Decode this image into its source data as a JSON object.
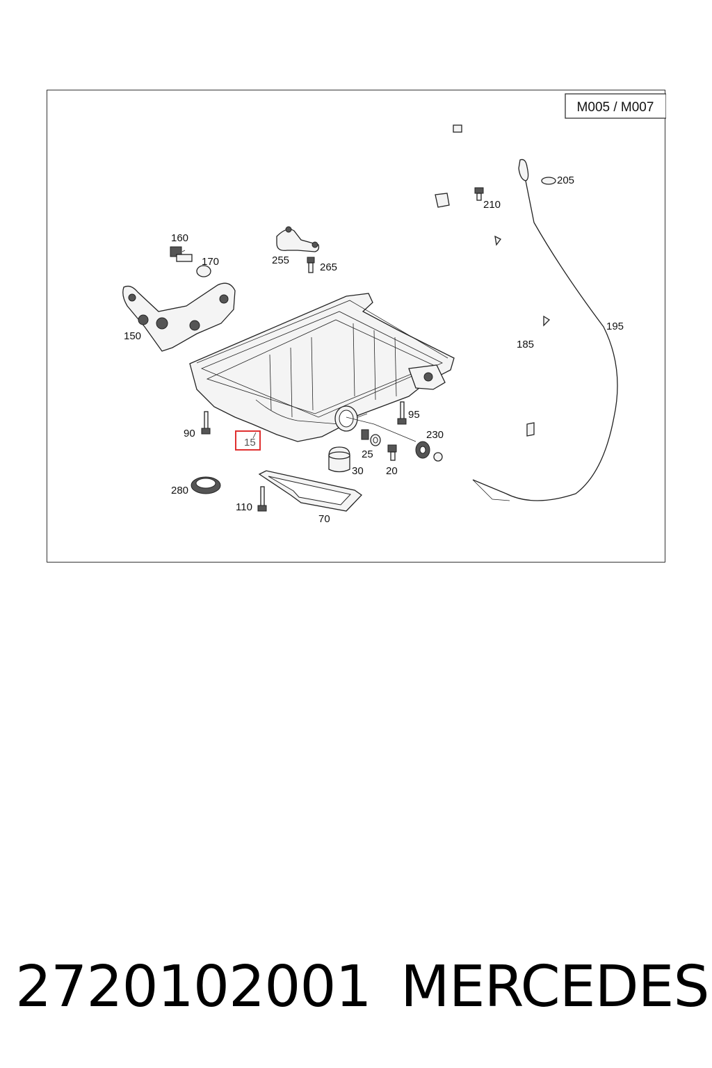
{
  "diagram": {
    "model_label": "M005 / M007",
    "highlight_color": "#e03030",
    "callouts": {
      "c160": "160",
      "c170": "170",
      "c150": "150",
      "c255": "255",
      "c265": "265",
      "c210": "210",
      "c205": "205",
      "c185": "185",
      "c195": "195",
      "c90": "90",
      "c15": "15",
      "c95": "95",
      "c230": "230",
      "c25": "25",
      "c20": "20",
      "c30": "30",
      "c280": "280",
      "c110": "110",
      "c70": "70"
    },
    "highlighted_callout": "15"
  },
  "footer": {
    "part_number": "2720102001",
    "brand": "MERCEDES"
  }
}
